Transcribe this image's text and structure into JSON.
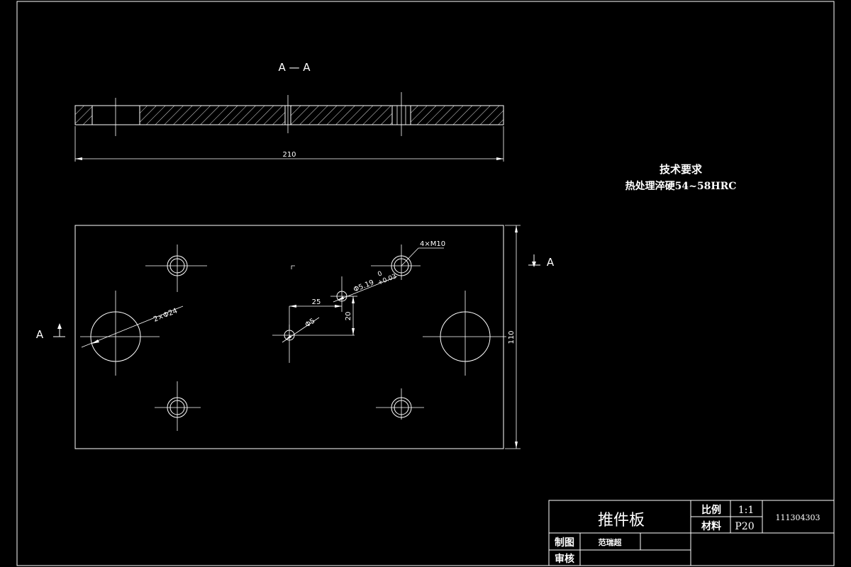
{
  "section_view": {
    "label": "A — A",
    "length_dim": "210"
  },
  "plan_view": {
    "height_dim": "110",
    "section_mark_left": "A",
    "section_mark_right": "A",
    "large_hole_note": "2×Φ24",
    "thread_hole_note": "4×M10",
    "pin_hole_note": "Φ5",
    "precision_hole_note_main": "Φ5.19",
    "precision_hole_tol_upper": "+0.03",
    "precision_hole_tol_lower": "0",
    "dim_horizontal": "25",
    "dim_vertical": "20"
  },
  "tech_requirements": {
    "title": "技术要求",
    "line1": "热处理淬硬54~58HRC"
  },
  "title_block": {
    "part_name": "推件板",
    "scale_label": "比例",
    "scale_value": "1:1",
    "material_label": "材料",
    "material_value": "P20",
    "drawing_number": "111304303",
    "drawn_by_label": "制图",
    "drawn_by_name": "范瑞超",
    "checked_by_label": "审核"
  }
}
